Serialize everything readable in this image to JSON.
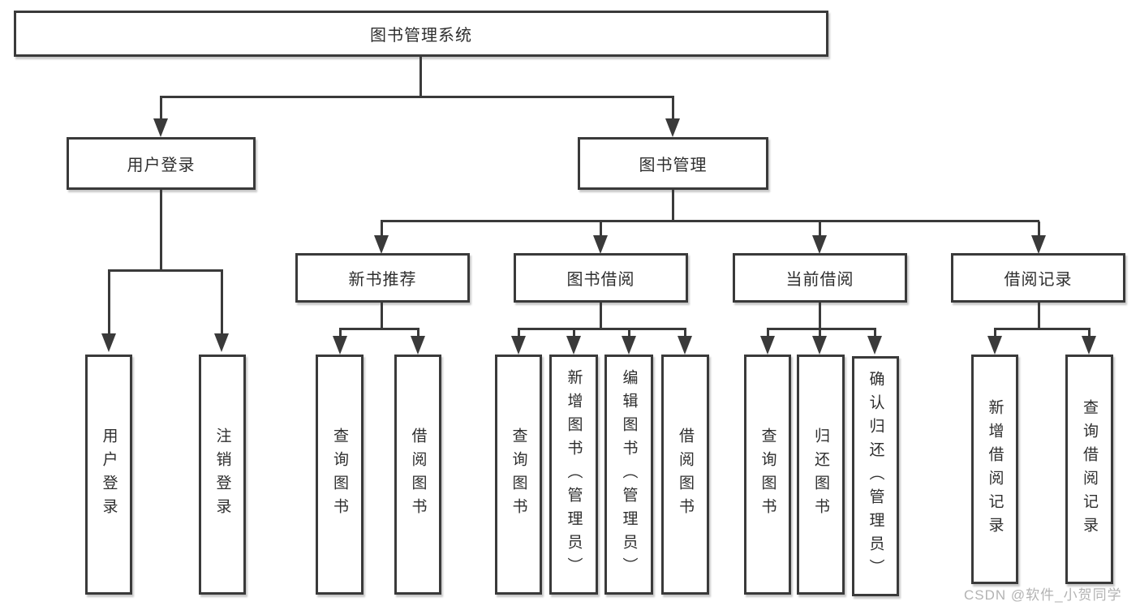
{
  "diagram": {
    "root": {
      "label": "图书管理系统"
    },
    "branches": [
      {
        "label": "用户登录",
        "children": [
          {
            "label": "用户登录"
          },
          {
            "label": "注销登录"
          }
        ]
      },
      {
        "label": "图书管理",
        "children": [
          {
            "label": "新书推荐",
            "children": [
              {
                "label": "查询图书"
              },
              {
                "label": "借阅图书"
              }
            ]
          },
          {
            "label": "图书借阅",
            "children": [
              {
                "label": "查询图书"
              },
              {
                "label": "新增图书（管理员）"
              },
              {
                "label": "编辑图书（管理员）"
              },
              {
                "label": "借阅图书"
              }
            ]
          },
          {
            "label": "当前借阅",
            "children": [
              {
                "label": "查询图书"
              },
              {
                "label": "归还图书"
              },
              {
                "label": "确认归还（管理员）"
              }
            ]
          },
          {
            "label": "借阅记录",
            "children": [
              {
                "label": "新增借阅记录"
              },
              {
                "label": "查询借阅记录"
              }
            ]
          }
        ]
      }
    ]
  },
  "watermark": "CSDN @软件_小贺同学",
  "colors": {
    "line": "#3a3a3a",
    "text": "#2e2e2e",
    "background": "#ffffff",
    "watermark": "#b3b3b3"
  }
}
